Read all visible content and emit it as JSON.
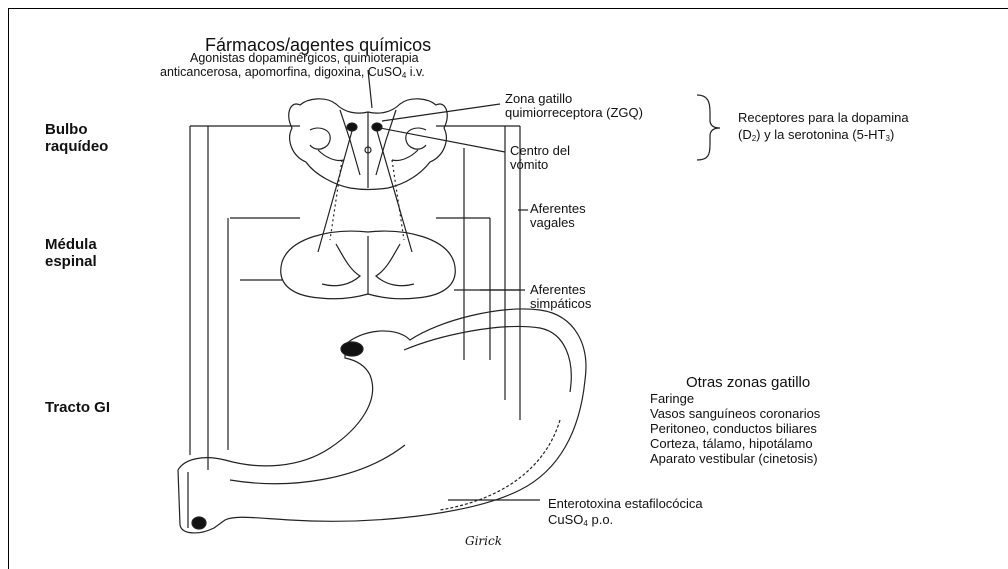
{
  "title": "Fármacos/agentes químicos",
  "subtitle_line1": "Agonistas dopaminérgicos, quimioterapia",
  "subtitle_line2_a": "anticancerosa, apomorfina, digoxina, CuSO",
  "subtitle_line2_sub": "4",
  "subtitle_line2_b": " i.v.",
  "regions": {
    "bulbo": "Bulbo\nraquídeo",
    "medula": "Médula\nespinal",
    "tracto": "Tracto GI"
  },
  "labels": {
    "zgq": "Zona gatillo\nquimiorreceptora (ZGQ)",
    "centro": "Centro del\nvómito",
    "vagales": "Aferentes\nvagales",
    "simpaticos": "Aferentes\nsimpáticos"
  },
  "receptores": {
    "line1": "Receptores para la dopamina",
    "line2_a": "(D",
    "line2_sub1": "2",
    "line2_b": ") y la serotonina (5-HT",
    "line2_sub2": "3",
    "line2_c": ")"
  },
  "otras_zonas": {
    "title": "Otras zonas gatillo",
    "items": [
      "Faringe",
      "Vasos sanguíneos coronarios",
      "Peritoneo, conductos biliares",
      "Corteza, tálamo, hipotálamo",
      "Aparato vestibular (cinetosis)"
    ]
  },
  "entero": {
    "line1": "Enterotoxina estafilocócica",
    "line2_a": "CuSO",
    "line2_sub": "4",
    "line2_b": " p.o."
  },
  "signature": "Girick"
}
